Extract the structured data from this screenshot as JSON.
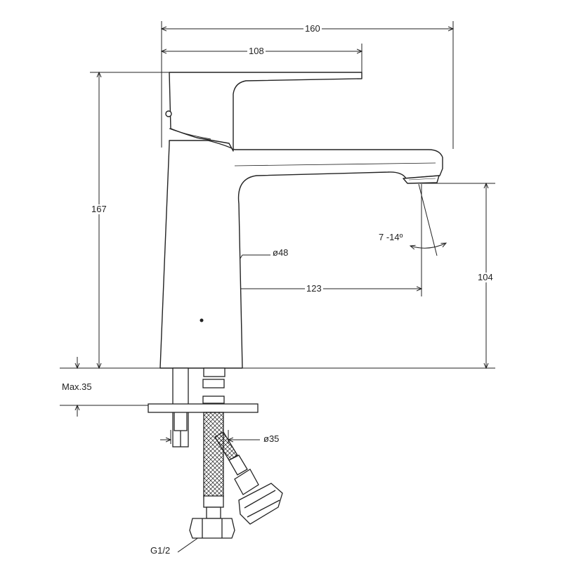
{
  "dimensions": {
    "overall_width": "160",
    "handle_reach": "108",
    "overall_height": "167",
    "spout_angle": "7 -14º",
    "body_diameter": "ø48",
    "spout_projection": "123",
    "spout_height": "104",
    "max_countertop": "Max.35",
    "hole_diameter": "ø35",
    "thread_size": "G1/2"
  },
  "colors": {
    "line": "#222222",
    "background": "#ffffff"
  }
}
